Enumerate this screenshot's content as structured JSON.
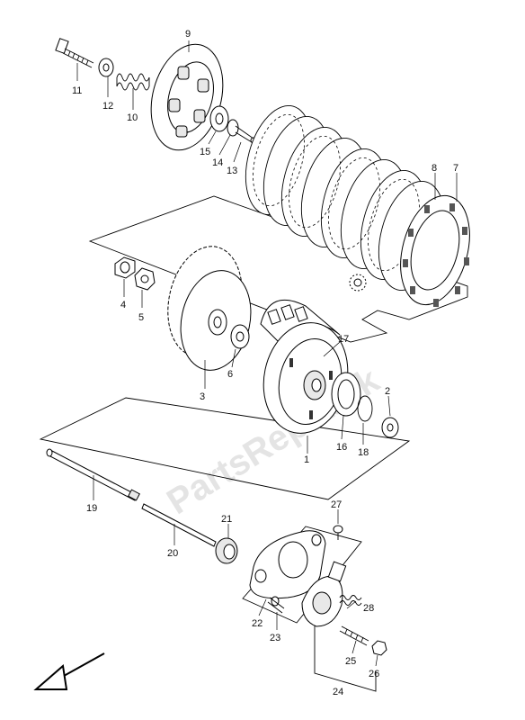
{
  "watermark": "PartsRepublik",
  "callouts": [
    "1",
    "2",
    "3",
    "4",
    "5",
    "6",
    "7",
    "8",
    "9",
    "10",
    "11",
    "12",
    "13",
    "14",
    "15",
    "16",
    "17",
    "18",
    "19",
    "20",
    "21",
    "22",
    "23",
    "24",
    "25",
    "26",
    "27",
    "28"
  ],
  "icons": {
    "direction": "front-arrow-icon",
    "gear": "gear-icon"
  }
}
